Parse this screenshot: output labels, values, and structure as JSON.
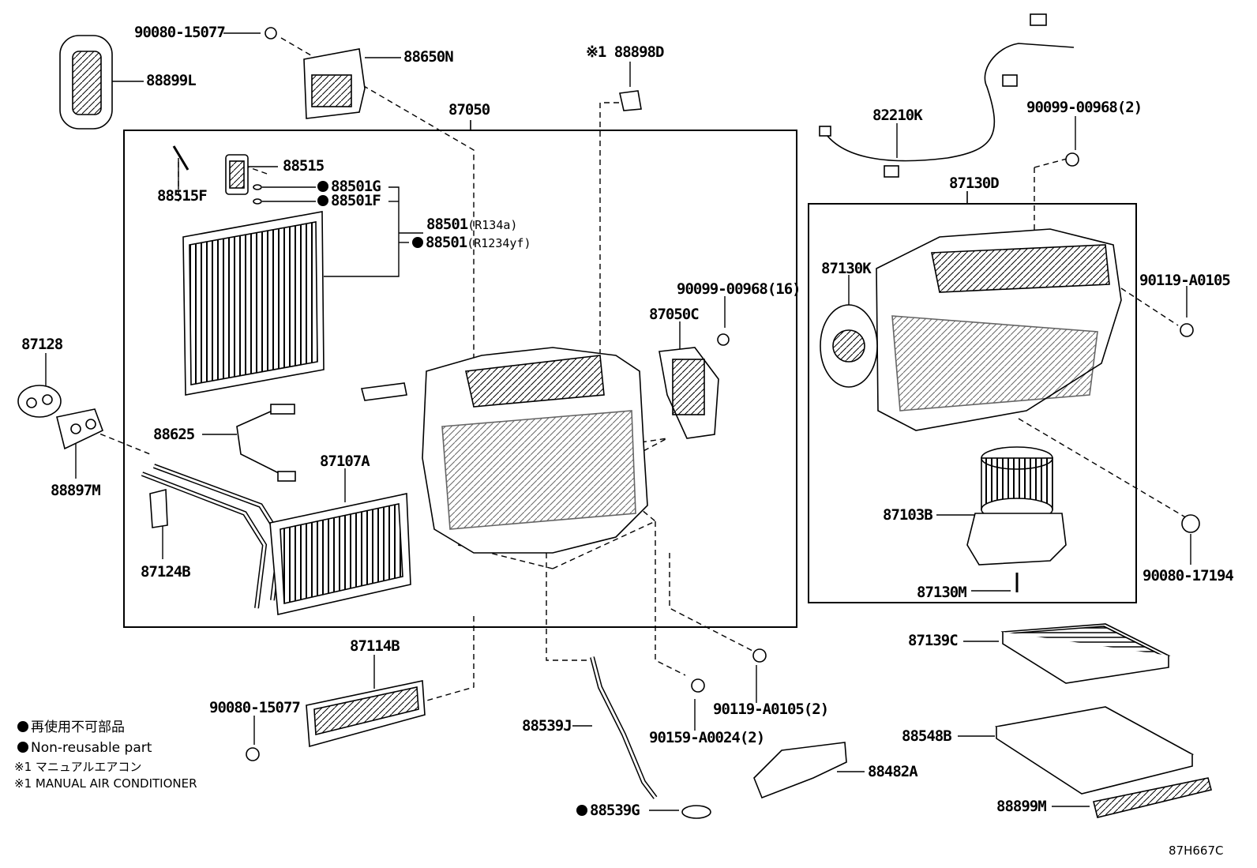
{
  "diagram_code": "87H667C",
  "legend": {
    "non_reusable_jp": "再使用不可部品",
    "non_reusable_en": "Non-reusable part",
    "manual_ac_jp": "※1 マニュアルエアコン",
    "manual_ac_en": "※1 MANUAL AIR CONDITIONER"
  },
  "parts": {
    "p90080_15077_top": "90080-15077",
    "p88650N": "88650N",
    "p88899L": "88899L",
    "p88898D": "※1 88898D",
    "p87050": "87050",
    "p88515": "88515",
    "p88515F": "88515F",
    "p88501G": "88501G",
    "p88501F": "88501F",
    "p88501_a": "88501",
    "p88501_a_note": "(R134a)",
    "p88501_b": "88501",
    "p88501_b_note": "(R1234yf)",
    "p87128": "87128",
    "p88625": "88625",
    "p87107A": "87107A",
    "p88897M": "88897M",
    "p87124B": "87124B",
    "p87050C": "87050C",
    "p90099_00968_16": "90099-00968(16)",
    "p82210K": "82210K",
    "p90099_00968_2": "90099-00968(2)",
    "p87130D": "87130D",
    "p87130K": "87130K",
    "p90119_A0105": "90119-A0105",
    "p87103B": "87103B",
    "p90080_17194": "90080-17194",
    "p87130M": "87130M",
    "p87114B": "87114B",
    "p90080_15077_bottom": "90080-15077",
    "p88539J": "88539J",
    "p90159_A0024": "90159-A0024(2)",
    "p90119_A0105_2": "90119-A0105(2)",
    "p88539G": "88539G",
    "p87139C": "87139C",
    "p88548B": "88548B",
    "p88482A": "88482A",
    "p88899M": "88899M"
  }
}
